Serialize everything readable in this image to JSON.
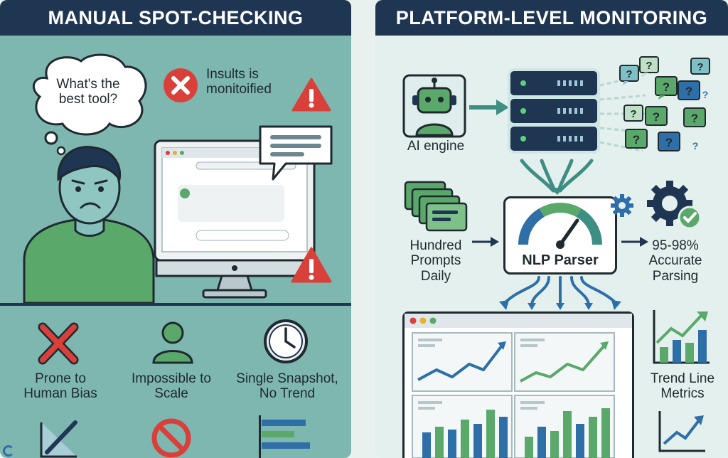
{
  "left": {
    "title": "MANUAL SPOT-CHECKING",
    "thought_bubble": "What's the best tool?",
    "error_note": "Insults is monitoified",
    "issues": [
      {
        "label": "Prone to Human Bias",
        "icon": "x-mark-icon"
      },
      {
        "label": "Impossible to Scale",
        "icon": "user-icon"
      },
      {
        "label": "Single Snapshot, No Trend",
        "icon": "clock-icon"
      }
    ]
  },
  "right": {
    "title": "PLATFORM-LEVEL MONITORING",
    "ai_engine_label": "AI engine",
    "prompts_label": "Hundred Prompts Daily",
    "parser_label": "NLP Parser",
    "accuracy_label": "95-98% Accurate Parsing",
    "trend_label": "Trend Line Metrics"
  },
  "colors": {
    "navy": "#1f3653",
    "left_bg": "#7eb6b0",
    "right_bg": "#e3f0ee",
    "alert_red": "#d9403a",
    "brand_green": "#5aa86a",
    "chart_blue": "#2e6fa8"
  }
}
